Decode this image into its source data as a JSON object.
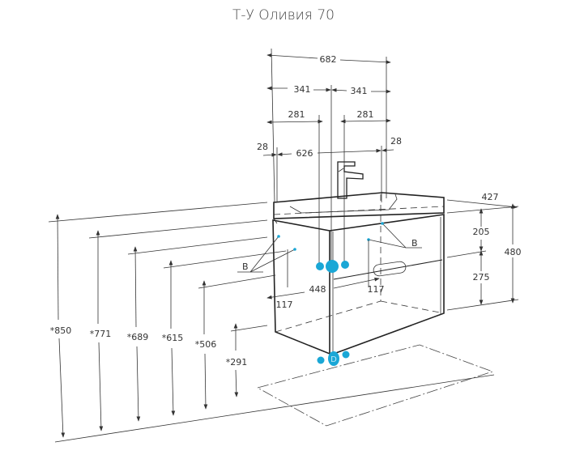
{
  "title": "Т-У Оливия 70",
  "colors": {
    "lines": "#333333",
    "connection_points": "#1aa7d6",
    "background": "#ffffff"
  },
  "dimensions": {
    "total_width": "682",
    "half_left": "341",
    "half_right": "341",
    "offset_left": "281",
    "offset_right": "281",
    "inner_width": "626",
    "edge_left": "28",
    "edge_right": "28",
    "depth": "427",
    "upper_height": "205",
    "lower_height": "275",
    "total_height": "480",
    "drain_center": "448",
    "point_offset_left": "117",
    "point_offset_right": "117"
  },
  "heights": [
    {
      "label": "*850"
    },
    {
      "label": "*771"
    },
    {
      "label": "*689"
    },
    {
      "label": "*615"
    },
    {
      "label": "*506"
    },
    {
      "label": "*291"
    }
  ],
  "labels": {
    "b_left": "B",
    "b_right": "B",
    "drain_d": "D"
  }
}
